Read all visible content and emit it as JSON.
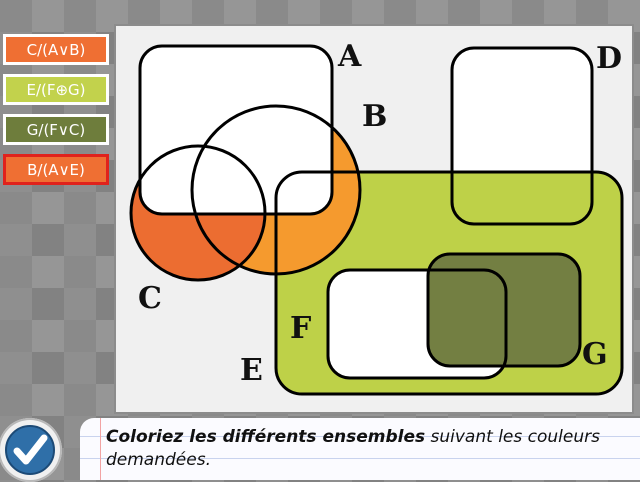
{
  "legend": {
    "items": [
      {
        "label": "C/(A∨B)",
        "color": "#ef6f33",
        "selected": false
      },
      {
        "label": "E/(F⊕G)",
        "color": "#c2d24c",
        "selected": false
      },
      {
        "label": "G/(F∨C)",
        "color": "#6e7d3c",
        "selected": false
      },
      {
        "label": "B/(A∨E)",
        "color": "#ef6f33",
        "selected": true
      }
    ]
  },
  "diagram": {
    "sets": {
      "A": "A",
      "B": "B",
      "C": "C",
      "D": "D",
      "E": "E",
      "F": "F",
      "G": "G"
    },
    "fills": {
      "C": "#ec6d31",
      "B": "#f59a2e",
      "E": "#bed148",
      "G": "#737f42"
    }
  },
  "instruction": {
    "bold": "Coloriez les différents ensembles",
    "rest": " suivant les couleurs demandées."
  },
  "check_button": {
    "icon": "checkmark-icon"
  }
}
